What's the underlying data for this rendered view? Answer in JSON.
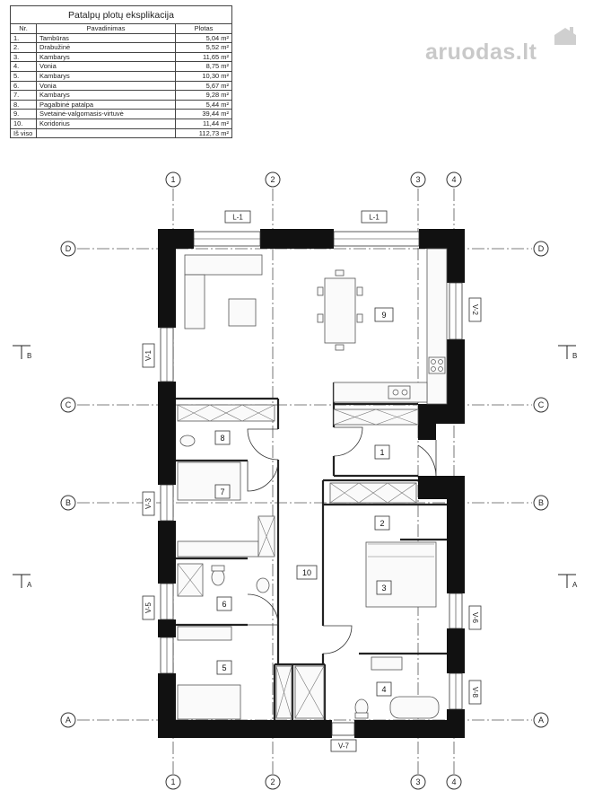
{
  "table": {
    "title": "Patalpų plotų eksplikacija",
    "headers": [
      "Nr.",
      "Pavadinimas",
      "Plotas"
    ],
    "rows": [
      {
        "nr": "1.",
        "name": "Tambūras",
        "area": "5,04 m²"
      },
      {
        "nr": "2.",
        "name": "Drabužinė",
        "area": "5,52 m²"
      },
      {
        "nr": "3.",
        "name": "Kambarys",
        "area": "11,65 m²"
      },
      {
        "nr": "4.",
        "name": "Vonia",
        "area": "8,75 m²"
      },
      {
        "nr": "5.",
        "name": "Kambarys",
        "area": "10,30 m²"
      },
      {
        "nr": "6.",
        "name": "Vonia",
        "area": "5,67 m²"
      },
      {
        "nr": "7.",
        "name": "Kambarys",
        "area": "9,28 m²"
      },
      {
        "nr": "8.",
        "name": "Pagalbinė patalpa",
        "area": "5,44 m²"
      },
      {
        "nr": "9.",
        "name": "Svetainė-valgomasis-virtuvė",
        "area": "39,44 m²"
      },
      {
        "nr": "10.",
        "name": "Koridorius",
        "area": "11,44 m²"
      }
    ],
    "total_label": "Iš viso",
    "total_area": "112,73 m²"
  },
  "logo": {
    "text": "aruodas",
    "suffix": ".lt"
  },
  "axes": {
    "vertical": [
      "1",
      "2",
      "3",
      "4"
    ],
    "horizontal": [
      "D",
      "C",
      "B",
      "A"
    ]
  },
  "sections": [
    "B",
    "A"
  ],
  "windows": {
    "top_1": "L-1",
    "top_2": "L-1",
    "right_1": "V-2",
    "left_1": "V-1",
    "left_2": "V-3",
    "left_3": "V-5",
    "right_2": "V-6",
    "right_3": "V-8",
    "bottom_1": "V-7"
  },
  "rooms": {
    "r1": "1",
    "r2": "2",
    "r3": "3",
    "r4": "4",
    "r5": "5",
    "r6": "6",
    "r7": "7",
    "r8": "8",
    "r9": "9",
    "r10": "10"
  }
}
